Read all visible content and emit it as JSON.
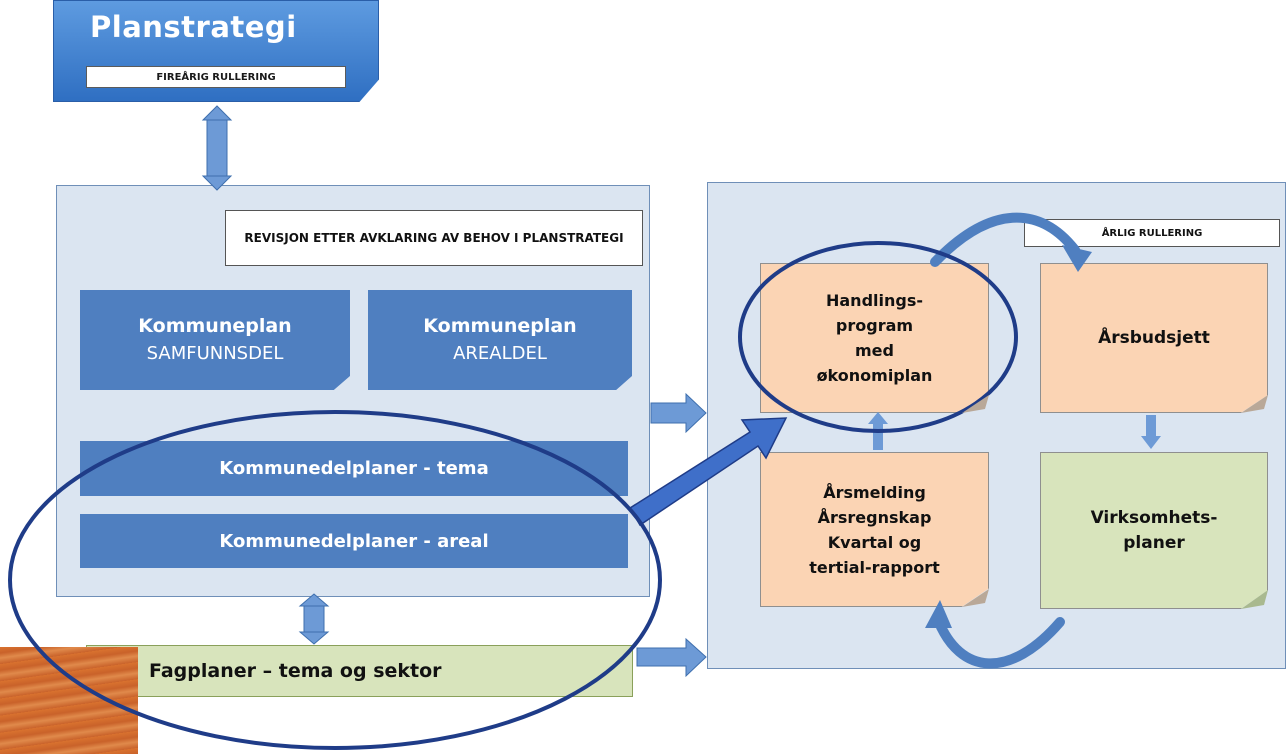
{
  "planstrategi": {
    "title": "Planstrategi",
    "subtitle": "FIREÅRIG RULLERING"
  },
  "left_panel": {
    "note": "REVISJON ETTER AVKLARING AV BEHOV I PLANSTRATEGI",
    "samfunnsdel": {
      "title": "Kommuneplan",
      "subtitle": "SAMFUNNSDEL"
    },
    "arealdel": {
      "title": "Kommuneplan",
      "subtitle": "AREALDEL"
    },
    "kdp_tema": "Kommunedelplaner - tema",
    "kdp_areal": "Kommunedelplaner - areal"
  },
  "fagplaner": "Fagplaner – tema og sektor",
  "right_panel": {
    "note": "ÅRLIG RULLERING",
    "handlings": [
      "Handlings-",
      "program",
      "med",
      "økonomiplan"
    ],
    "arsbudsjett": "Årsbudsjett",
    "arsmelding": [
      "Årsmelding",
      "Årsregnskap",
      "Kvartal og",
      "tertial-rapport"
    ],
    "virksomhets": [
      "Virksomhets-",
      "planer"
    ]
  },
  "colors": {
    "dark_blue_card": "#4f7fc0",
    "panel_bg": "#dbe5f1",
    "peach_note": "#fbd4b4",
    "green_note": "#d8e4bc",
    "annotation_ink": "#1f3c88"
  }
}
